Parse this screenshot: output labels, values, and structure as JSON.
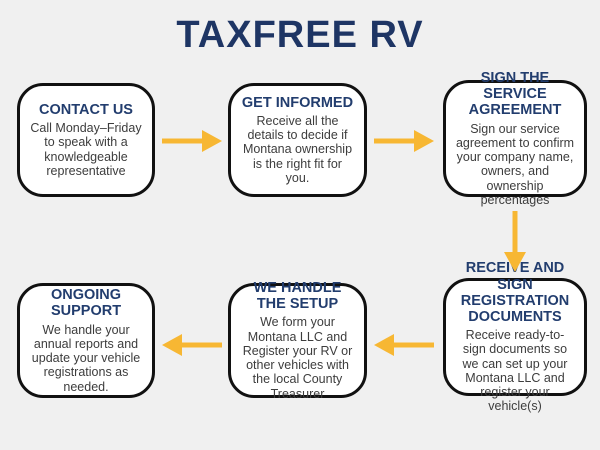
{
  "title": "TAXFREE RV",
  "colors": {
    "background": "#f0f0f0",
    "title_navy": "#1e3564",
    "heading_navy": "#223d6e",
    "body_text": "#3d3d3d",
    "box_border": "#111111",
    "box_background": "#ffffff",
    "arrow_yellow": "#f7b733"
  },
  "steps": [
    {
      "heading": "CONTACT US",
      "body": "Call Monday–Friday to speak with a knowledgeable representative"
    },
    {
      "heading": "GET INFORMED",
      "body": "Receive all the details to decide if Montana ownership is the right fit for you."
    },
    {
      "heading": "SIGN THE SERVICE AGREEMENT",
      "body": "Sign our service agreement to confirm your company name, owners, and ownership percentages"
    },
    {
      "heading": "RECEIVE AND SIGN REGISTRATION DOCUMENTS",
      "body": "Receive ready-to-sign documents so we can set up your Montana LLC and register your vehicle(s)"
    },
    {
      "heading": "WE HANDLE THE SETUP",
      "body": "We form your Montana LLC and Register your RV or other vehicles with the local County Treasurer"
    },
    {
      "heading": "ONGOING SUPPORT",
      "body": "We handle your annual reports and update your vehicle registrations as needed."
    }
  ]
}
